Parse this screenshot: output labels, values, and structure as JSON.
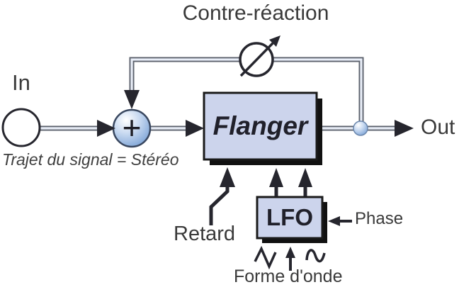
{
  "diagram": {
    "feedback_label": "Contre-réaction",
    "in_label": "In",
    "out_label": "Out",
    "signal_path_note": "Trajet du signal = Stéréo",
    "flanger_block": "Flanger",
    "lfo_block": "LFO",
    "sum_symbol": "+",
    "retard_label": "Retard",
    "phase_label": "Phase",
    "waveform_label": "Forme d'onde",
    "colors": {
      "block_fill": "#ccd4ec",
      "block_border": "#1a1a1a",
      "block_shadow": "#111111",
      "pipe_outer": "#5c616c",
      "pipe_inner": "#e9eef8",
      "arrow": "#26262e",
      "text": "#3a3a3a",
      "sphere_fill": "#7ca3d6"
    }
  }
}
